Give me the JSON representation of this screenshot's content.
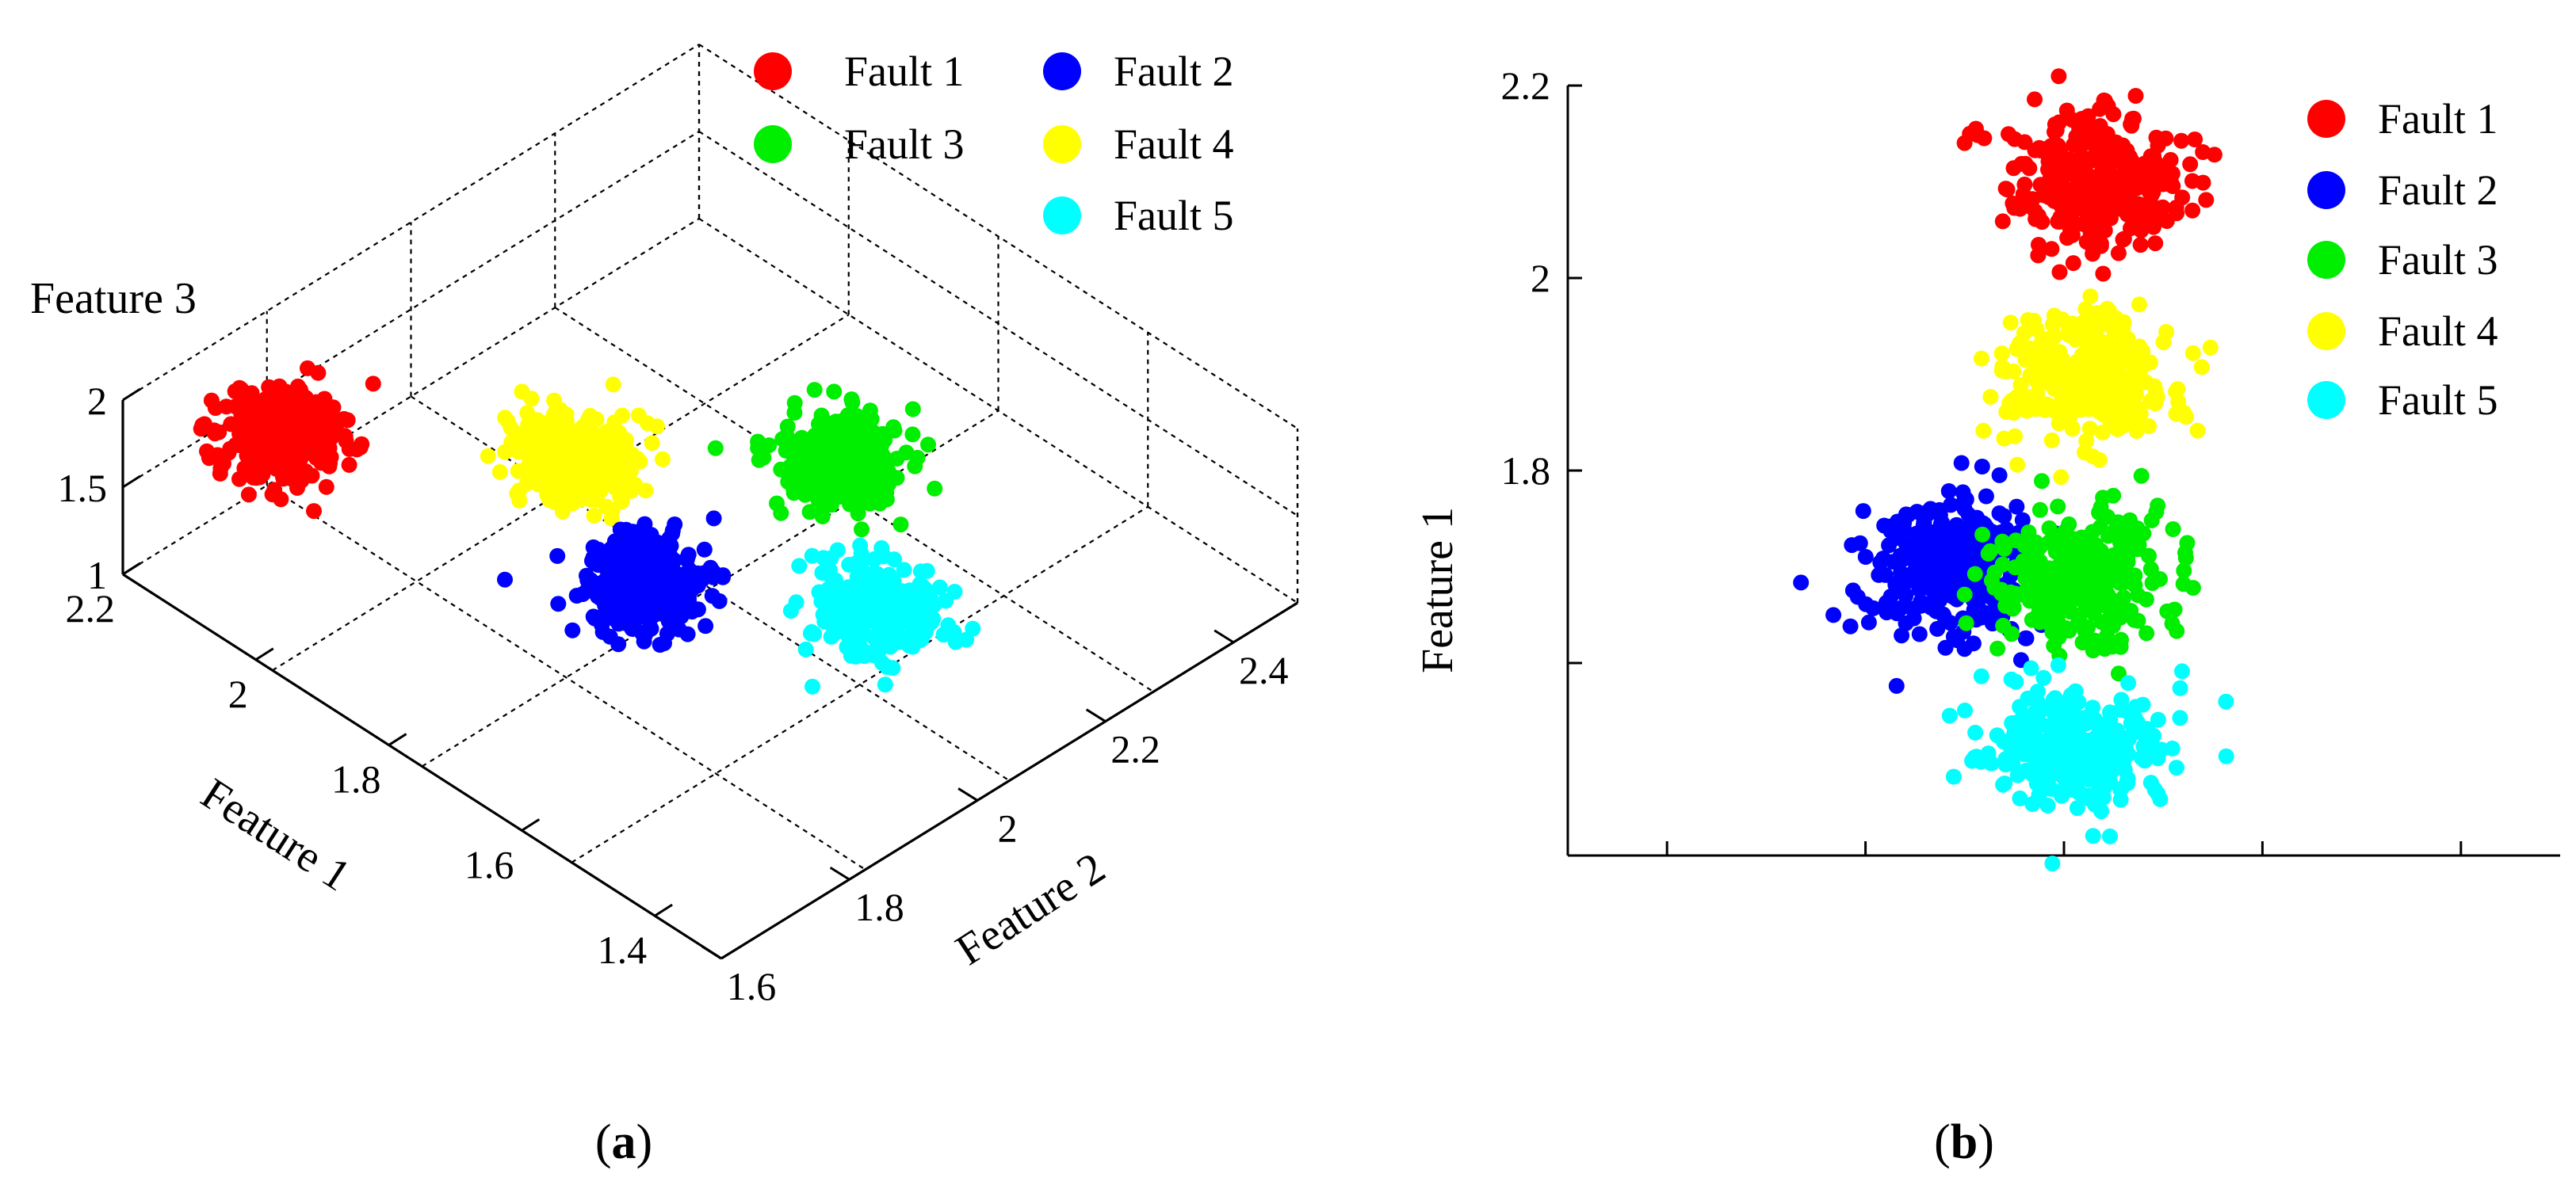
{
  "chart_data": [
    {
      "type": "scatter",
      "projection": "3d",
      "panel_label": {
        "open": "(",
        "letter": "a",
        "close": ")"
      },
      "title": "",
      "xlabel": "Feature 1",
      "ylabel": "Feature 2",
      "zlabel": "Feature 3",
      "xlim": [
        1.3,
        2.2
      ],
      "ylim": [
        1.6,
        2.5
      ],
      "zlim": [
        1,
        2
      ],
      "xticks": [
        "2.2",
        "2",
        "1.8",
        "1.6",
        "1.4"
      ],
      "yticks": [
        "1.6",
        "1.8",
        "2",
        "2.2",
        "2.4"
      ],
      "zticks": [
        "1",
        "1.5",
        "2"
      ],
      "grid": true,
      "legend_position": "top-right",
      "series": [
        {
          "name": "Fault 1",
          "color": "#ff0000",
          "center": [
            2.1,
            1.75,
            1.7
          ],
          "spread": [
            0.035,
            0.035,
            0.08
          ]
        },
        {
          "name": "Fault 2",
          "color": "#0000ff",
          "center": [
            1.7,
            1.9,
            1.5
          ],
          "spread": [
            0.035,
            0.035,
            0.08
          ]
        },
        {
          "name": "Fault 3",
          "color": "#00ee00",
          "center": [
            1.7,
            2.2,
            1.5
          ],
          "spread": [
            0.035,
            0.035,
            0.08
          ]
        },
        {
          "name": "Fault 4",
          "color": "#ffff00",
          "center": [
            1.9,
            2.0,
            1.5
          ],
          "spread": [
            0.035,
            0.035,
            0.08
          ]
        },
        {
          "name": "Fault 5",
          "color": "#00ffff",
          "center": [
            1.5,
            2.05,
            1.5
          ],
          "spread": [
            0.035,
            0.035,
            0.08
          ]
        }
      ]
    },
    {
      "type": "scatter",
      "panel_label": {
        "open": "(",
        "letter": "b",
        "close": ")"
      },
      "title": "",
      "xlabel": "",
      "ylabel": "Feature 1",
      "xlim": [
        1.6,
        2.6
      ],
      "ylim": [
        1.4,
        2.2
      ],
      "yticks": [
        {
          "value": 1.6,
          "label": ""
        },
        {
          "value": 1.8,
          "label": "1.8"
        },
        {
          "value": 2.0,
          "label": "2"
        },
        {
          "value": 2.2,
          "label": "2.2"
        }
      ],
      "xticks": [
        1.7,
        1.9,
        2.1,
        2.3,
        2.5
      ],
      "grid": false,
      "legend_position": "top-right",
      "series": [
        {
          "name": "Fault 1",
          "color": "#ff0000",
          "center": [
            2.13,
            2.1
          ],
          "spread": [
            0.045,
            0.035
          ]
        },
        {
          "name": "Fault 2",
          "color": "#0000ff",
          "center": [
            1.99,
            1.7
          ],
          "spread": [
            0.045,
            0.035
          ]
        },
        {
          "name": "Fault 3",
          "color": "#00ee00",
          "center": [
            2.12,
            1.69
          ],
          "spread": [
            0.045,
            0.035
          ]
        },
        {
          "name": "Fault 4",
          "color": "#ffff00",
          "center": [
            2.12,
            1.9
          ],
          "spread": [
            0.045,
            0.035
          ]
        },
        {
          "name": "Fault 5",
          "color": "#00ffff",
          "center": [
            2.11,
            1.51
          ],
          "spread": [
            0.045,
            0.035
          ]
        }
      ]
    }
  ]
}
